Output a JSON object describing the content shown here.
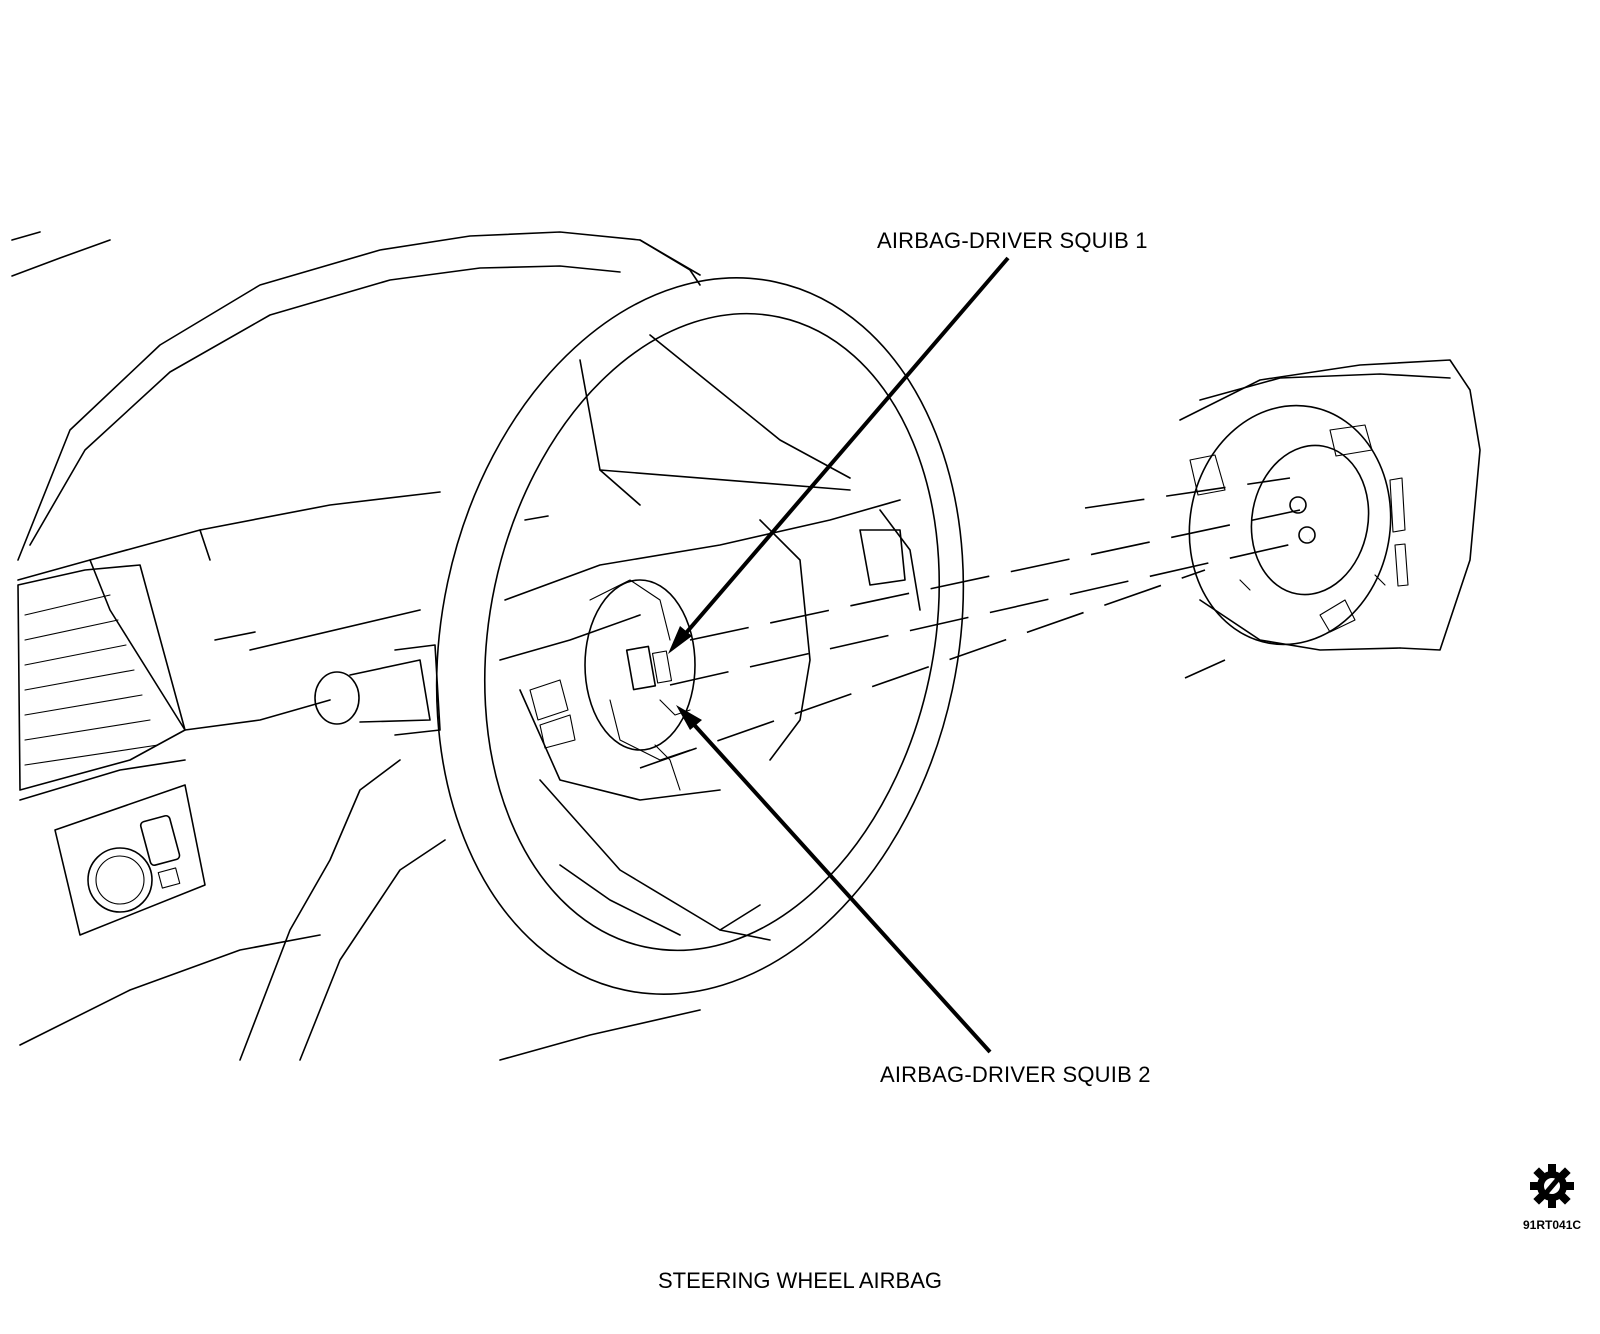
{
  "callouts": {
    "squib1": "AIRBAG-DRIVER SQUIB 1",
    "squib2": "AIRBAG-DRIVER SQUIB 2"
  },
  "caption": "STEERING WHEEL AIRBAG",
  "figure_code": "91RT041C",
  "logo_icon": "gear-slash-logo-icon",
  "colors": {
    "line": "#000000",
    "background": "#ffffff"
  }
}
